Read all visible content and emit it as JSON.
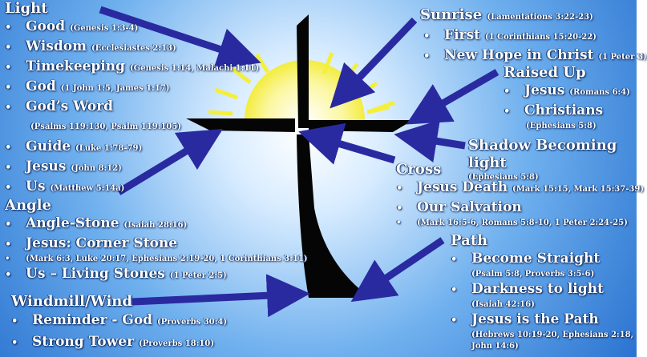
{
  "light": {
    "title": "Light",
    "items": [
      {
        "label": "Good",
        "ref": "(Genesis 1:3-4)"
      },
      {
        "label": "Wisdom",
        "ref": "(Ecclesiastes 2:13)"
      },
      {
        "label": "Timekeeping",
        "ref": "(Genesis 1:14, Malachi 1:11)"
      },
      {
        "label": "God",
        "ref": "(1 John 1:5, James 1:17)"
      },
      {
        "label": "God’s Word",
        "ref": ""
      },
      {
        "label": "Guide",
        "ref": "(Luke 1:78-79)"
      },
      {
        "label": "Jesus",
        "ref": "(John 8:12)"
      },
      {
        "label": "Us",
        "ref": "(Matthew 5:14a)"
      }
    ],
    "gods_word_ref": "(Psalms 119:130, Psalm 119:105)"
  },
  "angle": {
    "title": "Angle",
    "items": [
      {
        "label": "Angle-Stone",
        "ref": "(Isaiah 28:16)"
      },
      {
        "label": "Jesus: Corner Stone",
        "ref": ""
      },
      {
        "label": "Us – Living Stones",
        "ref": "(1 Peter 2:5)"
      }
    ],
    "corner_ref": "(Mark 6:3, Luke 20:17, Ephesians 2:19-20, 1 Corinthians 3:11)"
  },
  "windmill": {
    "title": "Windmill/Wind",
    "items": [
      {
        "label": "Reminder - God",
        "ref": "(Proverbs 30:4)"
      },
      {
        "label": "Strong Tower",
        "ref": "(Proverbs 18:10)"
      }
    ]
  },
  "sunrise": {
    "title": "Sunrise",
    "title_ref": "(Lamentations 3:22-23)",
    "items": [
      {
        "label": "First",
        "ref": "(1 Corinthians 15:20-22)"
      },
      {
        "label": "New Hope in Christ",
        "ref": "(1 Peter 3)"
      }
    ]
  },
  "raised": {
    "title": "Raised Up",
    "items": [
      {
        "label": "Jesus",
        "ref": "(Romans 6:4)"
      },
      {
        "label": "Christians",
        "ref": ""
      }
    ],
    "christians_ref": "(Ephesians 5:8)"
  },
  "shadow": {
    "title": "Shadow Becoming light",
    "ref": "(Ephesians 5:8)"
  },
  "cross": {
    "title": "Cross",
    "items": [
      {
        "label": "Jesus Death",
        "ref": "(Mark 15:15, Mark 15:37-39)"
      },
      {
        "label": "Our Salvation",
        "ref": ""
      }
    ],
    "salvation_ref": "(Mark 16:5-6, Romans 5:8-10, 1 Peter 2:24-25)"
  },
  "path": {
    "title": "Path",
    "items": [
      {
        "label": "Become Straight",
        "ref": ""
      },
      {
        "label": "Darkness to light",
        "ref": ""
      },
      {
        "label": "Jesus is the Path",
        "ref": ""
      }
    ],
    "refs": [
      "(Psalm 5:8, Proverbs 3:5-6)",
      "(Isaiah 42:16)",
      "(Hebrews 10:19-20, Ephesians 2:18,",
      "John 14:6)"
    ]
  },
  "bullet": "•",
  "colors": {
    "arrow": "#2a2aa0",
    "sun": "#f4ef3a",
    "cross": "#050505",
    "bg_center": "#ffffff",
    "bg_edge": "#1a6fd0"
  }
}
